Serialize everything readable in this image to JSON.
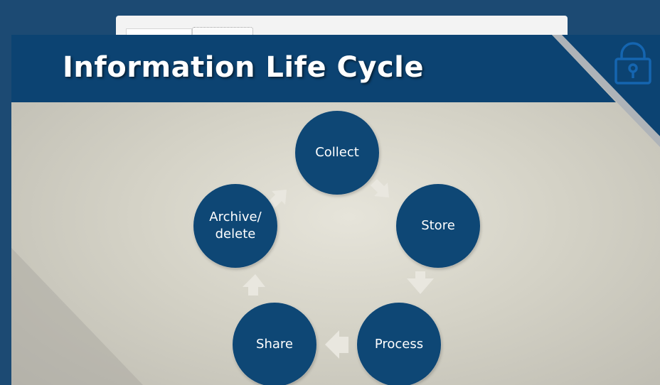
{
  "slide": {
    "title": "Information Life Cycle",
    "lock_icon": "padlock-icon"
  },
  "diagram": {
    "type": "cycle",
    "nodes": [
      {
        "label": "Collect"
      },
      {
        "label": "Store"
      },
      {
        "label": "Process"
      },
      {
        "label": "Share"
      },
      {
        "label": "Archive/\ndelete"
      }
    ]
  },
  "colors": {
    "page_background": "#1c4a73",
    "title_band": "#0c4372",
    "node_fill": "#0e4775",
    "arrow_fill": "#e9e7df",
    "lock_outline": "#1565b0"
  }
}
